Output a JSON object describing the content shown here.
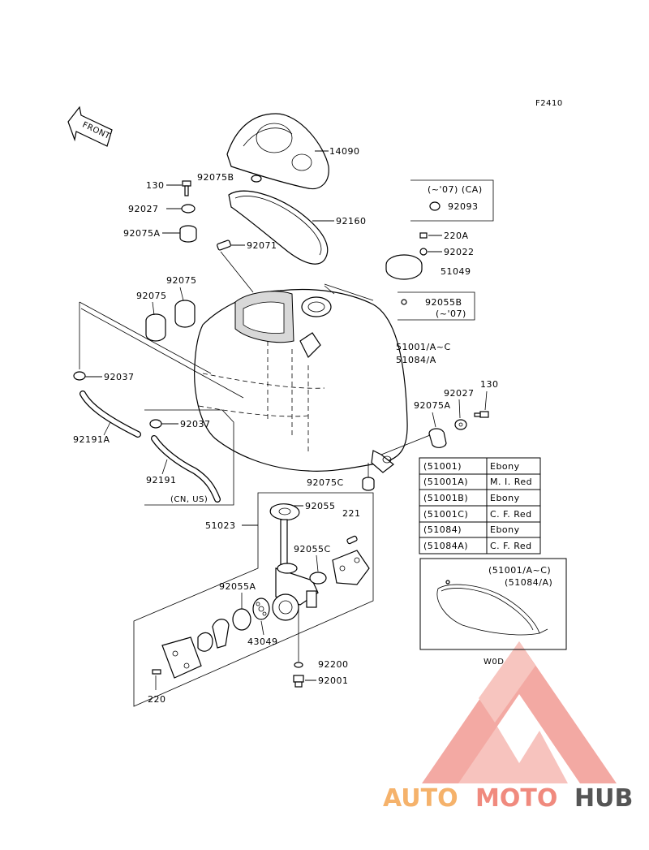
{
  "figure_code": "F2410",
  "front_label": "FRONT",
  "callouts": {
    "c14090": "14090",
    "c92075B": "92075B",
    "c130a": "130",
    "c92027a": "92027",
    "c92075Aa": "92075A",
    "c92071": "92071",
    "c92160": "92160",
    "c92075a": "92075",
    "c92075b": "92075",
    "c92037a": "92037",
    "c92191A": "92191A",
    "c92037b": "92037",
    "c92191": "92191",
    "c92093": "92093",
    "c220A": "220A",
    "c92022": "92022",
    "c51049": "51049",
    "c92055B": "92055B",
    "c51001": "51001/A~C",
    "c51084": "51084/A",
    "c130b": "130",
    "c92027b": "92027",
    "c92075Ab": "92075A",
    "c92075C": "92075C",
    "c92055": "92055",
    "c221": "221",
    "c51023": "51023",
    "c92055C": "92055C",
    "c92055A": "92055A",
    "c43049": "43049",
    "c92200": "92200",
    "c92001": "92001",
    "c220": "220"
  },
  "notes": {
    "ca_box": "(~'07) (CA)",
    "o7_note": "(~'07)",
    "cn_us": "(CN, US)",
    "inset_line1": "(51001/A~C)",
    "inset_line2": "(51084/A)",
    "inset_code": "W0D"
  },
  "color_table": [
    {
      "part": "(51001)",
      "color": "Ebony"
    },
    {
      "part": "(51001A)",
      "color": "M. I. Red"
    },
    {
      "part": "(51001B)",
      "color": "Ebony"
    },
    {
      "part": "(51001C)",
      "color": "C. F. Red"
    },
    {
      "part": "(51084)",
      "color": "Ebony"
    },
    {
      "part": "(51084A)",
      "color": "C. F. Red"
    }
  ],
  "watermark": {
    "part1": "AUTO",
    "part2": "MOTO",
    "part3": "HUB",
    "color1": "#f5b26b",
    "color2": "#f08a7e",
    "color3": "#555555",
    "triangle_color": "#f29b93"
  }
}
